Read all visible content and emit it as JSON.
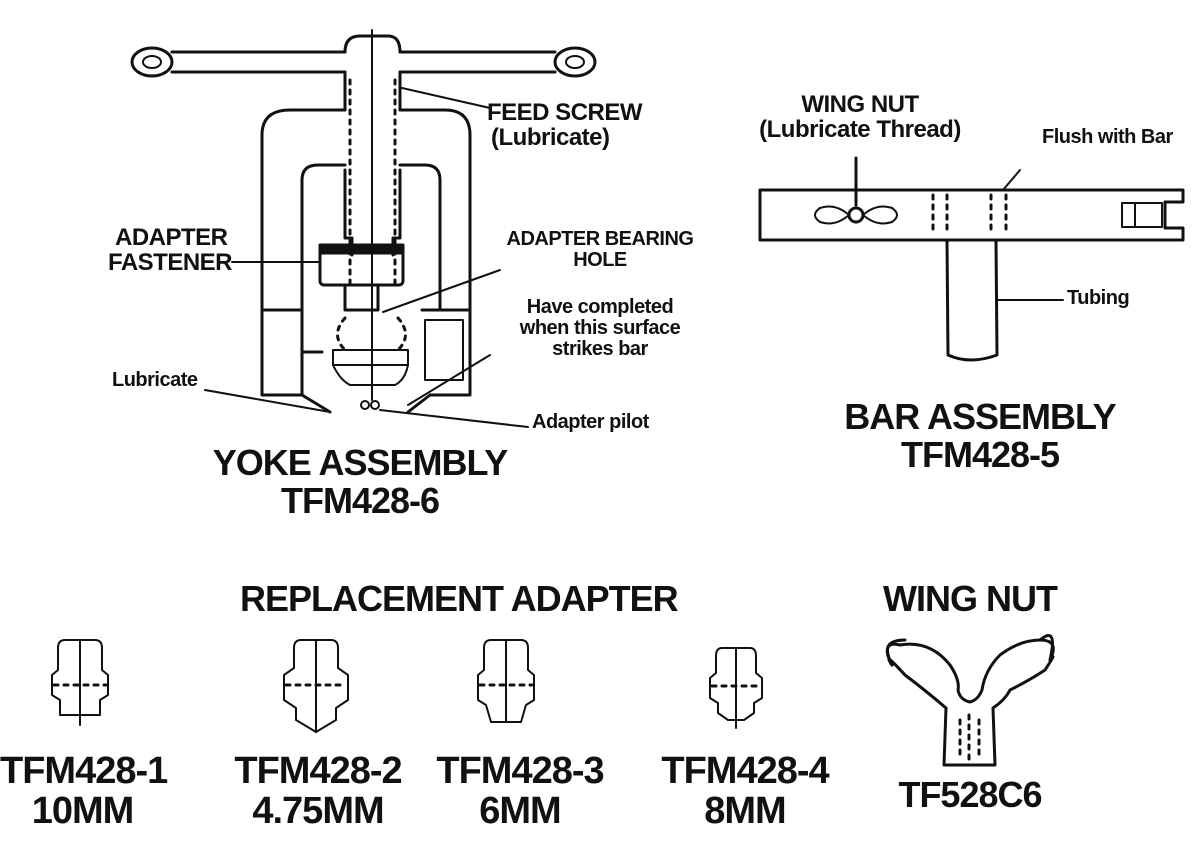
{
  "yoke_assembly": {
    "title": "YOKE ASSEMBLY",
    "part_number": "TFM428-6",
    "callouts": {
      "feed_screw_line1": "FEED SCREW",
      "feed_screw_line2": "(Lubricate)",
      "adapter_fastener_line1": "ADAPTER",
      "adapter_fastener_line2": "FASTENER",
      "adapter_bearing_line1": "ADAPTER BEARING",
      "adapter_bearing_line2": "HOLE",
      "completed_line1": "Have completed",
      "completed_line2": "when this surface",
      "completed_line3": "strikes bar",
      "lubricate": "Lubricate",
      "adapter_pilot": "Adapter pilot"
    }
  },
  "bar_assembly": {
    "title": "BAR ASSEMBLY",
    "part_number": "TFM428-5",
    "callouts": {
      "wing_nut_line1": "WING NUT",
      "wing_nut_line2": "(Lubricate Thread)",
      "flush": "Flush with Bar",
      "tubing": "Tubing"
    }
  },
  "replacement_adapter": {
    "title": "REPLACEMENT ADAPTER",
    "items": [
      {
        "part_number": "TFM428-1",
        "size": "10MM"
      },
      {
        "part_number": "TFM428-2",
        "size": "4.75MM"
      },
      {
        "part_number": "TFM428-3",
        "size": "6MM"
      },
      {
        "part_number": "TFM428-4",
        "size": "8MM"
      }
    ]
  },
  "wing_nut": {
    "title": "WING NUT",
    "part_number": "TF528C6"
  }
}
